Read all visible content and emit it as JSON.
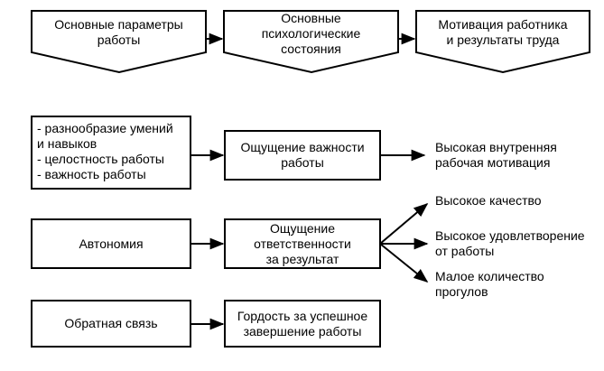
{
  "header": {
    "box1": "Основные параметры\nработы",
    "box2": "Основные\nпсихологические\nсостояния",
    "box3": "Мотивация работника\nи результаты труда"
  },
  "params": {
    "list": [
      "- разнообразие умений\n  и навыков",
      "- целостность работы",
      "- важность работы"
    ],
    "autonomy": "Автономия",
    "feedback": "Обратная связь"
  },
  "states": {
    "importance": "Ощущение важности\nработы",
    "responsibility": "Ощущение\nответственности\nза результат",
    "pride": "Гордость за успешное\nзавершение работы"
  },
  "outcomes": {
    "motivation": "Высокая внутренняя\nрабочая мотивация",
    "quality": "Высокое качество",
    "satisfaction": "Высокое удовлетворение\nот работы",
    "absence": "Малое количество\nпрогулов"
  }
}
